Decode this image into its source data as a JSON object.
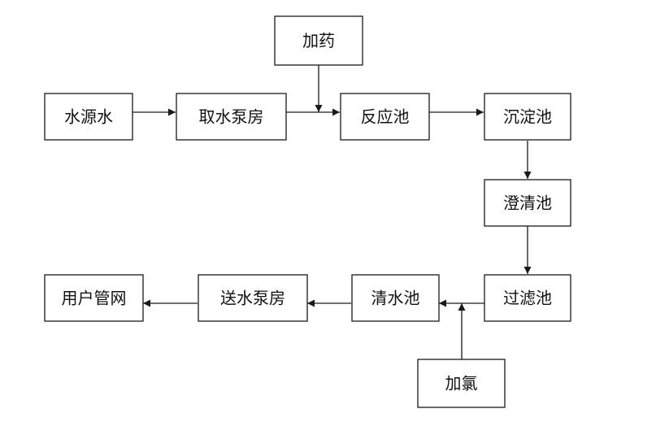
{
  "nodes": {
    "source_water": "水源水",
    "intake_pump_house": "取水泵房",
    "add_chemical": "加药",
    "reaction_tank": "反应池",
    "sedimentation_tank": "沉淀池",
    "clarifier": "澄清池",
    "filter_tank": "过滤池",
    "clear_water_tank": "清水池",
    "add_chlorine": "加氯",
    "delivery_pump_house": "送水泵房",
    "user_pipe_network": "用户管网"
  }
}
